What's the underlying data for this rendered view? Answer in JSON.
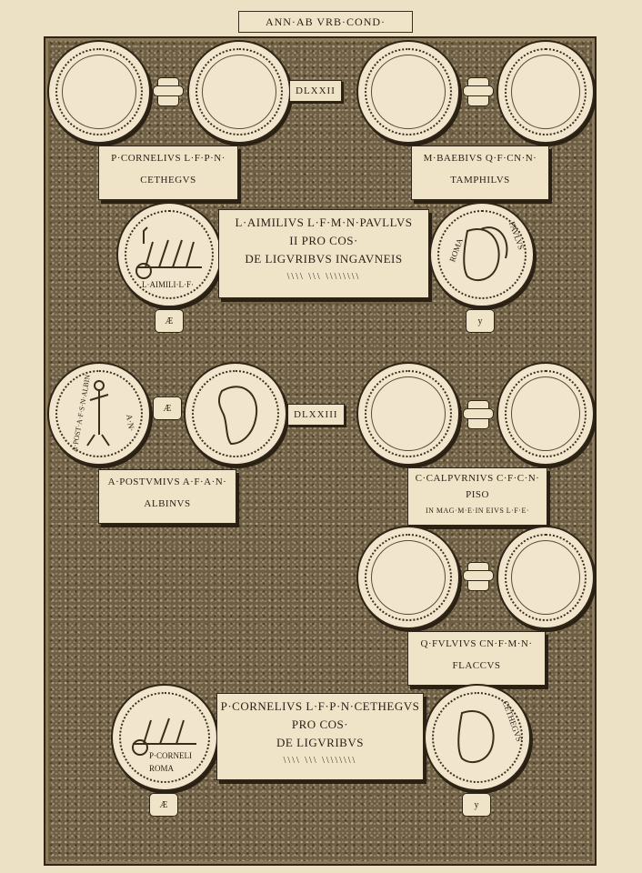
{
  "header": "ANN·AB VRB·COND·",
  "years": [
    "DLXXII",
    "DLXXIII"
  ],
  "tablets": {
    "t1": [
      "P·CORNELIVS L·F·P·N·",
      "CETHEGVS"
    ],
    "t2": [
      "M·BAEBIVS Q·F·CN·N·",
      "TAMPHILVS"
    ],
    "t3": [
      "L·AIMILIVS L·F·M·N·PAVLLVS",
      "II PRO COS·",
      "DE LIGVRIBVS INGAVNEIS",
      "\\\\\\\\ \\\\\\ \\\\\\\\\\\\\\\\"
    ],
    "t4": [
      "A·POSTVMIVS A·F·A·N·",
      "ALBINVS"
    ],
    "t5": [
      "C·CALPVRNIVS C·F·C·N·",
      "PISO",
      "IN MAG·M·E·IN EIVS L·F·E·"
    ],
    "t6": [
      "Q·FVLVIVS CN·F·M·N·",
      "FLACCVS"
    ],
    "t7": [
      "P·CORNELIVS L·F·P·N·CETHEGVS",
      "PRO COS·",
      "DE LIGVRIBVS",
      "\\\\\\\\ \\\\\\ \\\\\\\\\\\\\\\\"
    ]
  },
  "coin_legends": {
    "aemilius": "L·AIMILI·L·F·",
    "postumius": "A·POST·A·F·S·N·ALBIN",
    "postumius_mark": "A·N·",
    "cornelius": "P·CORNELI",
    "roma": "ROMA",
    "roma_head1": "ROMA",
    "roma_head1b": "PAVLVS",
    "cethegus": "CETHEGVS"
  },
  "marks": {
    "ar1": "Æ",
    "y1": "y",
    "ar2": "Æ",
    "ar3": "Æ",
    "y2": "y"
  }
}
